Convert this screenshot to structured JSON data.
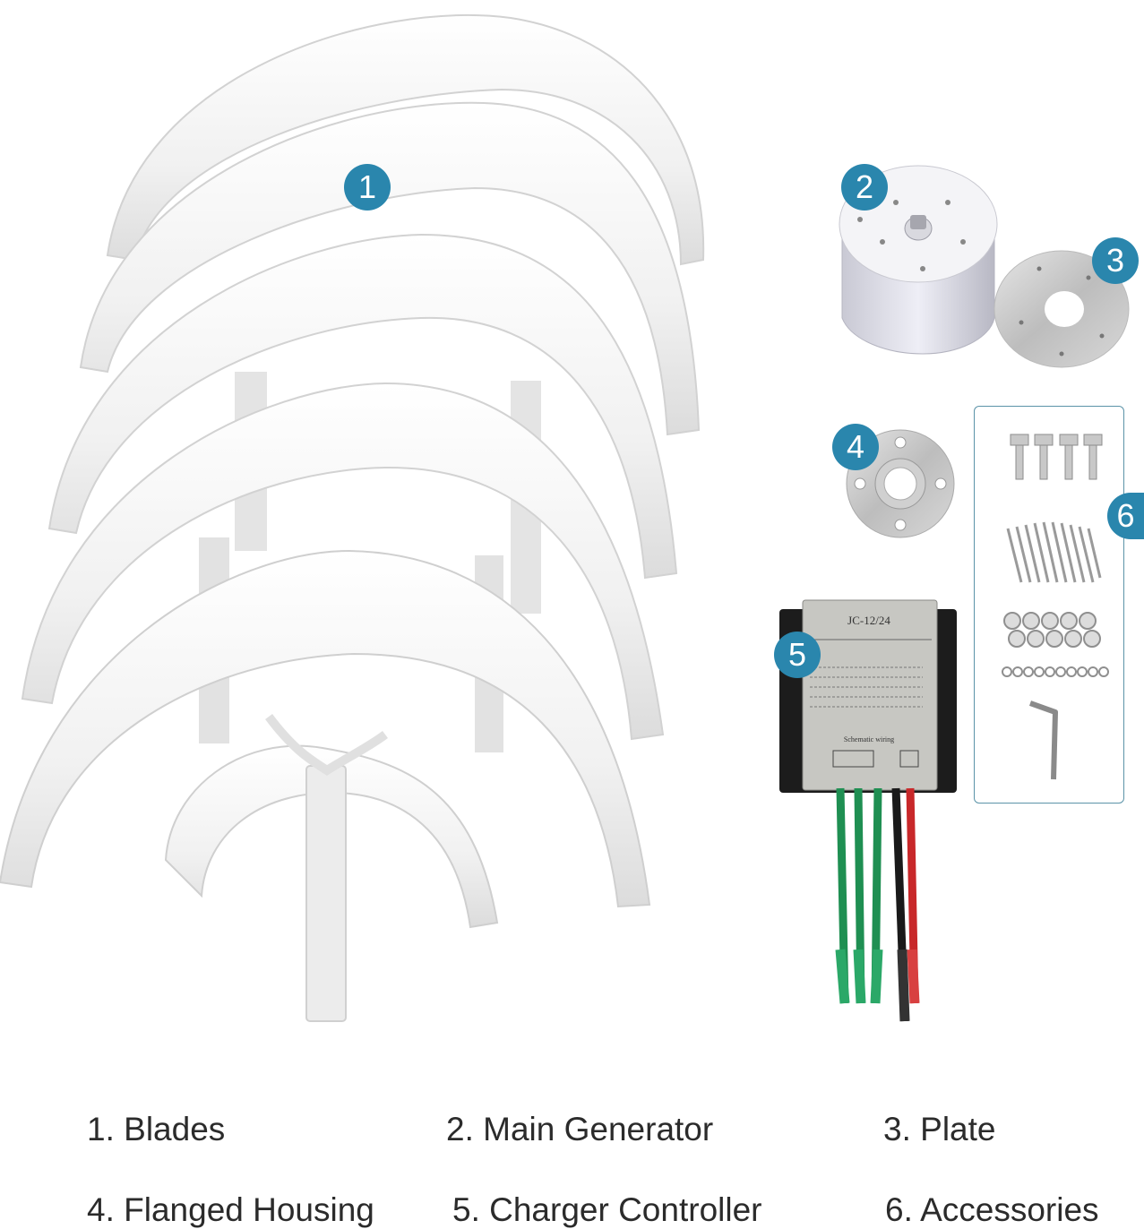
{
  "parts": [
    {
      "number": "1",
      "label": "1. Blades",
      "icon": "blades-icon"
    },
    {
      "number": "2",
      "label": "2. Main Generator",
      "icon": "generator-icon"
    },
    {
      "number": "3",
      "label": "3. Plate",
      "icon": "plate-icon"
    },
    {
      "number": "4",
      "label": "4. Flanged Housing",
      "icon": "flange-icon"
    },
    {
      "number": "5",
      "label": "5. Charger Controller",
      "icon": "controller-icon"
    },
    {
      "number": "6",
      "label": "6. Accessories",
      "icon": "accessories-icon"
    }
  ],
  "controller": {
    "model": "JC-12/24",
    "wiring_heading": "Schematic wiring",
    "wire_colors": [
      "Black",
      "Red"
    ]
  },
  "colors": {
    "badge": "#2a86ad",
    "blade": "#f3f3f3",
    "wire_green": "#1f8f52",
    "wire_red": "#c8282a",
    "wire_black": "#1a1a1a"
  }
}
